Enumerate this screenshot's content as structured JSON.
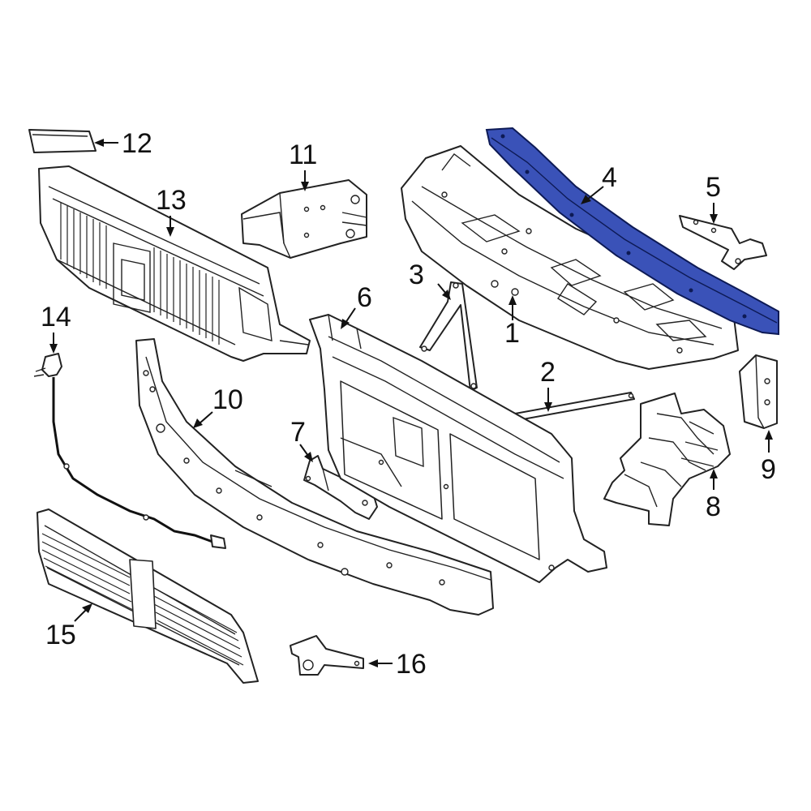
{
  "diagram": {
    "highlight_color": "#3a52b8",
    "line_color": "#222222",
    "callouts": [
      {
        "label": "1"
      },
      {
        "label": "2"
      },
      {
        "label": "3"
      },
      {
        "label": "4"
      },
      {
        "label": "5"
      },
      {
        "label": "6"
      },
      {
        "label": "7"
      },
      {
        "label": "8"
      },
      {
        "label": "9"
      },
      {
        "label": "10"
      },
      {
        "label": "11"
      },
      {
        "label": "12"
      },
      {
        "label": "13"
      },
      {
        "label": "14"
      },
      {
        "label": "15"
      },
      {
        "label": "16"
      }
    ],
    "highlighted_part": "4"
  }
}
